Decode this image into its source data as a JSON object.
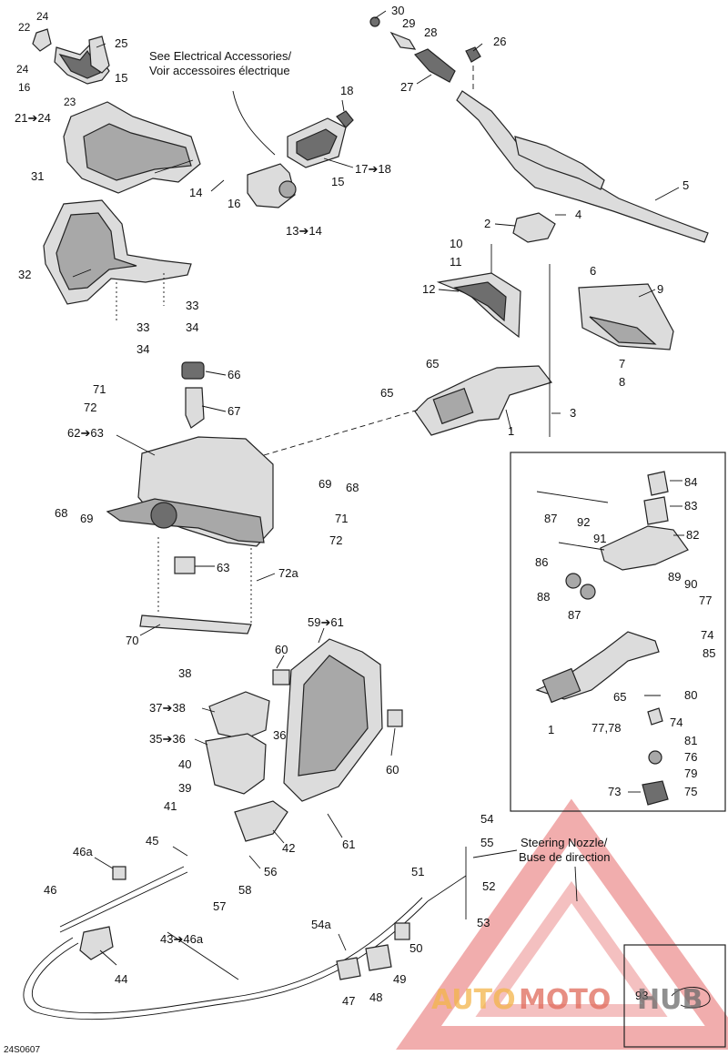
{
  "notes": {
    "electrical_en": "See Electrical Accessories/",
    "electrical_fr": "Voir accessoires électrique",
    "nozzle_en": "Steering Nozzle/",
    "nozzle_fr": "Buse de direction"
  },
  "drawing_code": "24S0607",
  "watermark": {
    "auto": "AUTO",
    "moto": "MOTO",
    "hub": "HUB",
    "colors": {
      "auto": "#f3b54a",
      "moto": "#e06a5a",
      "hub": "#6b6b6b",
      "triangle": "#e04a4a"
    }
  },
  "callouts": {
    "c30": "30",
    "c29": "29",
    "c28": "28",
    "c26": "26",
    "c27": "27",
    "c5": "5",
    "c24a": "24",
    "c22": "22",
    "c25": "25",
    "c24b": "24",
    "c15a": "15",
    "c16a": "16",
    "c23": "23",
    "c21_24": "21➔24",
    "c31": "31",
    "c18": "18",
    "c17_18": "17➔18",
    "c15b": "15",
    "c14": "14",
    "c16b": "16",
    "c13_14": "13➔14",
    "c2": "2",
    "c4": "4",
    "c10": "10",
    "c11": "11",
    "c6": "6",
    "c12": "12",
    "c9": "9",
    "c7": "7",
    "c8": "8",
    "c65a": "65",
    "c65b": "65",
    "c1a": "1",
    "c3": "3",
    "c32": "32",
    "c33a": "33",
    "c34a": "34",
    "c33b": "33",
    "c34b": "34",
    "c71a": "71",
    "c72a": "72",
    "c66": "66",
    "c67": "67",
    "c62_63": "62➔63",
    "c68a": "68",
    "c69a": "69",
    "c69b": "69",
    "c68b": "68",
    "c71b": "71",
    "c72b": "72",
    "c63": "63",
    "c72c": "72a",
    "c70": "70",
    "c84": "84",
    "c83": "83",
    "c87a": "87",
    "c92": "92",
    "c91": "91",
    "c82": "82",
    "c86": "86",
    "c89": "89",
    "c90": "90",
    "c77a": "77",
    "c88": "88",
    "c87b": "87",
    "c74a": "74",
    "c85": "85",
    "c80": "80",
    "c65c": "65",
    "c74b": "74",
    "c77_78": "77,78",
    "c81": "81",
    "c1b": "1",
    "c76": "76",
    "c79": "79",
    "c73": "73",
    "c75": "75",
    "c59_61": "59➔61",
    "c60a": "60",
    "c38": "38",
    "c37_38": "37➔38",
    "c36": "36",
    "c35_36": "35➔36",
    "c40": "40",
    "c39": "39",
    "c41": "41",
    "c60b": "60",
    "c61": "61",
    "c42": "42",
    "c56": "56",
    "c45": "45",
    "c46a": "46a",
    "c58": "58",
    "c57": "57",
    "c46": "46",
    "c43_46a": "43➔46a",
    "c44": "44",
    "c54": "54",
    "c55": "55",
    "c51": "51",
    "c52": "52",
    "c53": "53",
    "c54a": "54a",
    "c50": "50",
    "c49": "49",
    "c47": "47",
    "c48": "48",
    "c93": "93"
  }
}
